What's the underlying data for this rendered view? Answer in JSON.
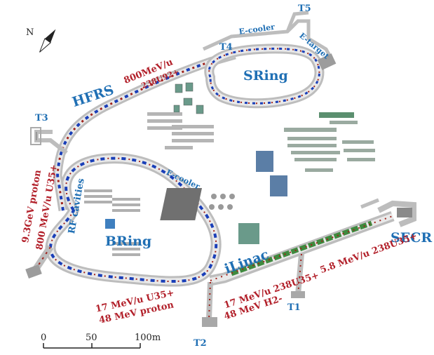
{
  "labels": {
    "hfrs": "HFRS",
    "sring": "SRing",
    "bring": "BRing",
    "ilinac": "iLinac",
    "secr": "SECR",
    "t1": "T1",
    "t2": "T2",
    "t3": "T3",
    "t4": "T4",
    "t5": "T5",
    "ecooler_top": "E-cooler",
    "ecooler_bring": "E-cooler",
    "etarget": "E-target",
    "rf_cavities": "RF cavities",
    "compass": "N"
  },
  "beams": {
    "hfrs_energy": "800MeV/u",
    "hfrs_ion": "238U92+",
    "bring_proton": "9.3GeV proton",
    "bring_uranium": "800 MeV/u U35+",
    "linac_uranium": "17 MeV/u U35+",
    "linac_proton": "48 MeV proton",
    "t1_uranium": "17 MeV/u 238U35+",
    "t1_h2": "48 MeV H2-",
    "secr_uranium": "5.8 MeV/u 238U35+"
  },
  "scale_bar": {
    "ticks": [
      "0",
      "50",
      "100m"
    ]
  },
  "colors": {
    "label_blue": "#1f6fb4",
    "beam_red": "#b2202a",
    "tunnel_gray": "#c8c8c8",
    "magnet_blue": "#1a3fb8",
    "magnet_red": "#a0231c"
  }
}
